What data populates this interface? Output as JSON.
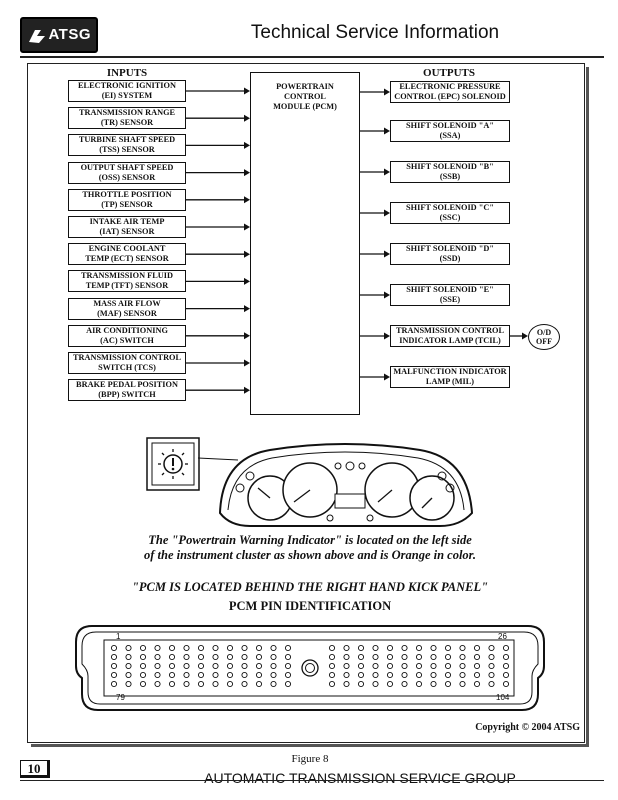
{
  "header": {
    "logo_text": "ATSG",
    "title": "Technical Service Information"
  },
  "diagram": {
    "inputs_heading": "INPUTS",
    "outputs_heading": "OUTPUTS",
    "pcm": [
      "POWERTRAIN",
      "CONTROL",
      "MODULE (PCM)"
    ],
    "inputs": [
      [
        "ELECTRONIC IGNITION",
        "(EI) SYSTEM"
      ],
      [
        "TRANSMISSION RANGE",
        "(TR) SENSOR"
      ],
      [
        "TURBINE SHAFT SPEED",
        "(TSS) SENSOR"
      ],
      [
        "OUTPUT SHAFT SPEED",
        "(OSS) SENSOR"
      ],
      [
        "THROTTLE POSITION",
        "(TP) SENSOR"
      ],
      [
        "INTAKE AIR TEMP",
        "(IAT) SENSOR"
      ],
      [
        "ENGINE COOLANT",
        "TEMP (ECT) SENSOR"
      ],
      [
        "TRANSMISSION FLUID",
        "TEMP (TFT) SENSOR"
      ],
      [
        "MASS AIR FLOW",
        "(MAF) SENSOR"
      ],
      [
        "AIR CONDITIONING",
        "(AC) SWITCH"
      ],
      [
        "TRANSMISSION CONTROL",
        "SWITCH (TCS)"
      ],
      [
        "BRAKE PEDAL POSITION",
        "(BPP) SWITCH"
      ]
    ],
    "outputs": [
      [
        "ELECTRONIC PRESSURE",
        "CONTROL (EPC) SOLENOID"
      ],
      [
        "SHIFT SOLENOID \"A\"",
        "(SSA)"
      ],
      [
        "SHIFT SOLENOID \"B\"",
        "(SSB)"
      ],
      [
        "SHIFT SOLENOID \"C\"",
        "(SSC)"
      ],
      [
        "SHIFT SOLENOID \"D\"",
        "(SSD)"
      ],
      [
        "SHIFT SOLENOID \"E\"",
        "(SSE)"
      ],
      [
        "TRANSMISSION CONTROL",
        "INDICATOR LAMP (TCIL)"
      ],
      [
        "MALFUNCTION INDICATOR",
        "LAMP (MIL)"
      ]
    ],
    "od_off": [
      "O/D",
      "OFF"
    ]
  },
  "caption_line1": "The \"Powertrain Warning Indicator\" is located on the left side",
  "caption_line2": "of the instrument cluster as shown above and is Orange in color.",
  "pcm_location": "\"PCM IS LOCATED BEHIND THE RIGHT HAND KICK PANEL\"",
  "pin_heading": "PCM PIN IDENTIFICATION",
  "pins": {
    "top_left": "1",
    "top_right": "26",
    "bottom_left": "79",
    "bottom_right": "104"
  },
  "copyright": "Copyright © 2004 ATSG",
  "figure_label": "Figure 8",
  "page_number": "10",
  "footer": "AUTOMATIC TRANSMISSION SERVICE GROUP"
}
